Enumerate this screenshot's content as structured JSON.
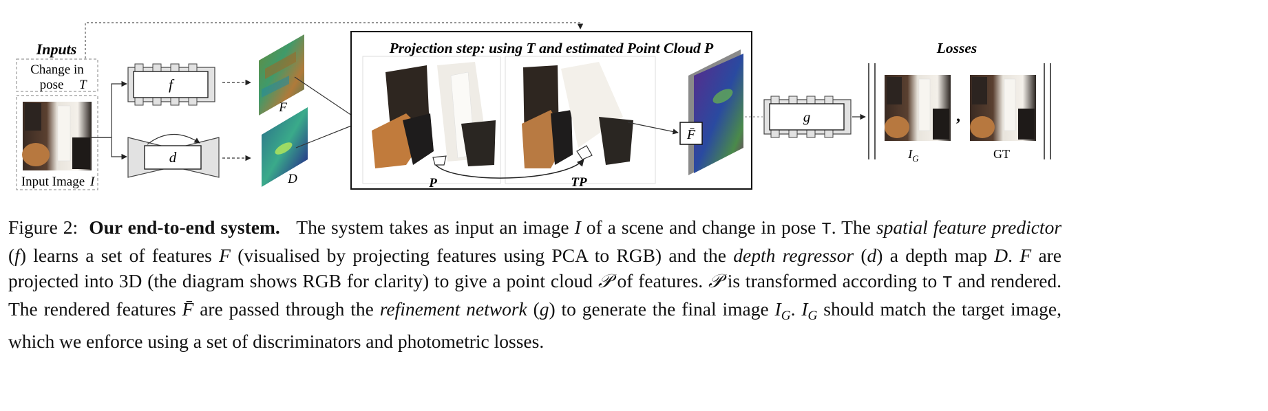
{
  "figure": {
    "inputs_title": "Inputs",
    "change_in_pose_line1": "Change in",
    "change_in_pose_line2": "pose",
    "pose_symbol": "T",
    "input_image_label": "Input Image",
    "input_image_symbol": "I",
    "network_f": "f",
    "network_d": "d",
    "network_g": "g",
    "features_label": "F",
    "depth_label": "D",
    "projection_title": "Projection step: using T  and estimated Point Cloud P",
    "point_cloud_label": "P",
    "transformed_cloud_label": "TP",
    "rendered_features_label": "F̄",
    "losses_title": "Losses",
    "generated_label_main": "I",
    "generated_label_sub": "G",
    "comma": ",",
    "gt_label": "GT"
  },
  "caption": {
    "fig_number": "Figure 2:",
    "bold_title": "Our end-to-end system.",
    "s1a": "The system takes as input an image",
    "sym_I": "I",
    "s1b": "of a scene and change in pose",
    "sym_T": "T",
    "s1c": ". The",
    "spatial_feature_predictor": "spatial feature predictor",
    "s2a": "(",
    "sym_f": "f",
    "s2b": ") learns a set of features",
    "sym_F": "F",
    "s2c": "(visualised by projecting features using PCA to RGB) and the",
    "depth_regressor": "depth regressor",
    "s3a": "(",
    "sym_d": "d",
    "s3b": ") a depth map",
    "sym_D": "D",
    "s3c": ".",
    "sym_F2": "F",
    "s3d": "are projected into 3D (the diagram shows RGB for clarity) to give a point cloud",
    "sym_P": "𝒫",
    "s3e": "of features.",
    "sym_P2": "𝒫",
    "s3f": "is transformed according to",
    "sym_T2": "T",
    "s3g": "and rendered. The rendered features",
    "sym_Fbar": "F̄",
    "s3h": "are passed through the",
    "refinement_network": "refinement network",
    "s4a": "(",
    "sym_g": "g",
    "s4b": ") to generate the final image",
    "sym_IG_main": "I",
    "sym_IG_sub": "G",
    "s4c": ".",
    "sym_IG2_main": "I",
    "sym_IG2_sub": "G",
    "s4d": "should match the target image, which we enforce using a set of discriminators and photometric losses."
  }
}
